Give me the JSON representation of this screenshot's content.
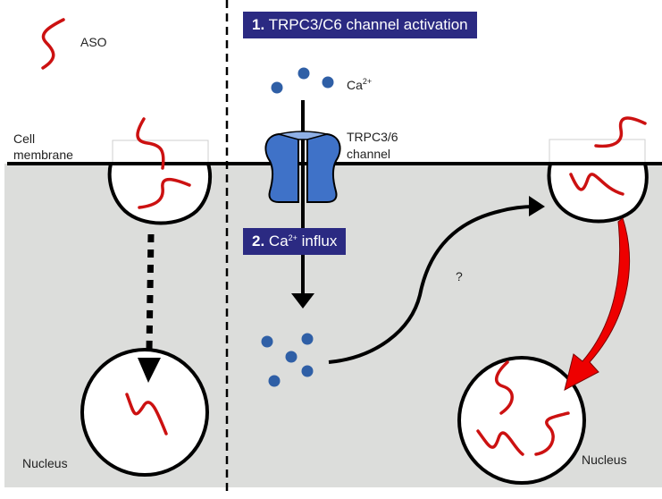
{
  "legend": {
    "aso_label": "ASO",
    "icon": "aso-strand-icon"
  },
  "labels": {
    "cell_membrane_line1": "Cell",
    "cell_membrane_line2": "membrane",
    "nucleus_left": "Nucleus",
    "nucleus_right": "Nucleus",
    "channel_line1": "TRPC3/6",
    "channel_line2": "channel",
    "ca_ion": "Ca",
    "ca_ion_superscript": "2+",
    "unknown_mechanism": "?"
  },
  "steps": [
    {
      "number": "1.",
      "text": "TRPC3/C6 channel activation"
    },
    {
      "number": "2.",
      "text_before": "Ca",
      "superscript": "2+",
      "text_after": " influx"
    }
  ],
  "colors": {
    "step_box": "#2b2a82",
    "cytoplasm": "#dcdddb",
    "aso_strand": "#cc1111",
    "calcium": "#2f5fa6",
    "channel": "#3f72c8",
    "red_arrow": "#ee0000",
    "outline": "#000000"
  }
}
